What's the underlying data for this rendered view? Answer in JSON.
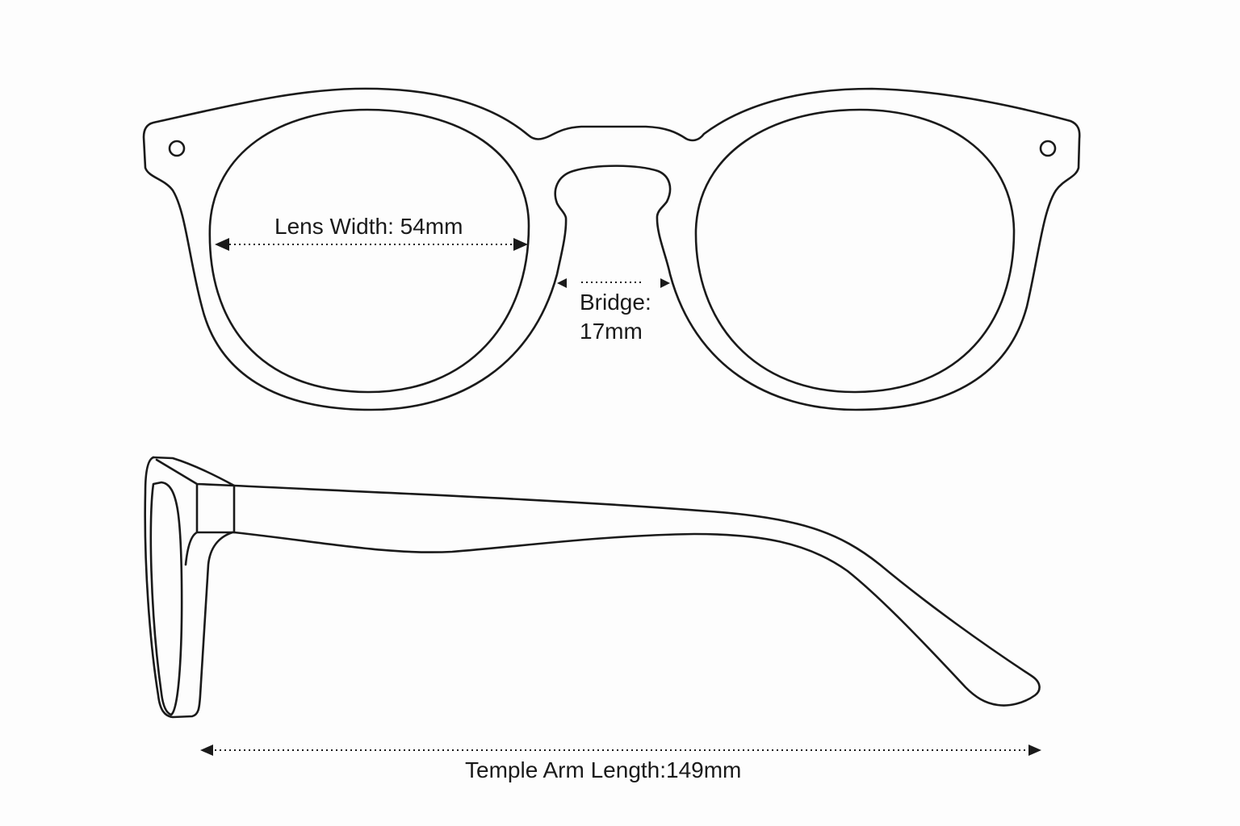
{
  "labels": {
    "lens_width": "Lens Width: 54mm",
    "bridge_line1": "Bridge:",
    "bridge_line2": "17mm",
    "temple_length": "Temple Arm Length:149mm"
  },
  "colors": {
    "line": "#1a1a1a",
    "background": "#fdfdfd"
  }
}
